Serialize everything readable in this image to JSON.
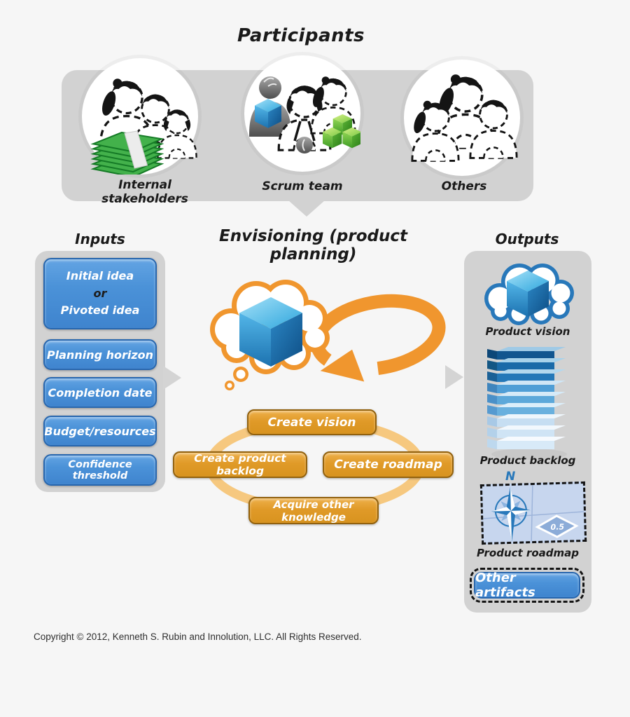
{
  "page": {
    "background": "#f6f6f6",
    "copyright": "Copyright © 2012, Kenneth S. Rubin and Innolution, LLC. All Rights Reserved."
  },
  "participants": {
    "title": "Participants",
    "groups": [
      {
        "label": "Internal stakeholders",
        "icons": [
          "people-group-icon",
          "money-stack-icon"
        ]
      },
      {
        "label": "Scrum team",
        "icons": [
          "product-owner-icon",
          "blue-cube-icon",
          "scrum-master-icon",
          "green-blocks-icon"
        ]
      },
      {
        "label": "Others",
        "icons": [
          "people-group-icon"
        ]
      }
    ]
  },
  "inputs": {
    "title": "Inputs",
    "idea_box": {
      "line1": "Initial idea",
      "line2": "or",
      "line3": "Pivoted idea"
    },
    "items": [
      {
        "label": "Planning horizon"
      },
      {
        "label": "Completion date"
      },
      {
        "label": "Budget/resources"
      },
      {
        "label": "Confidence threshold"
      }
    ]
  },
  "envisioning": {
    "title": "Envisioning (product planning)",
    "icons": [
      "thought-cloud-icon",
      "blue-cube-icon",
      "loop-arrow-icon"
    ],
    "activities": [
      {
        "label": "Create vision"
      },
      {
        "label": "Create product backlog"
      },
      {
        "label": "Create roadmap"
      },
      {
        "label": "Acquire other knowledge"
      }
    ]
  },
  "outputs": {
    "title": "Outputs",
    "artifacts": [
      {
        "label": "Product vision",
        "icon": "cloud-cube-icon"
      },
      {
        "label": "Product backlog",
        "icon": "backlog-stack-icon"
      },
      {
        "label": "Product roadmap",
        "icon": "roadmap-map-icon"
      }
    ],
    "roadmap": {
      "compass_label": "N",
      "milestone": "0.5"
    },
    "other_artifacts_label": "Other artifacts"
  },
  "colors": {
    "container_gray": "#d2d2d2",
    "input_blue": "#4a90d8",
    "activity_orange": "#e09a28",
    "cloud_orange": "#f0962e",
    "cloud_blue": "#2878ba",
    "money_green": "#43b14b"
  }
}
